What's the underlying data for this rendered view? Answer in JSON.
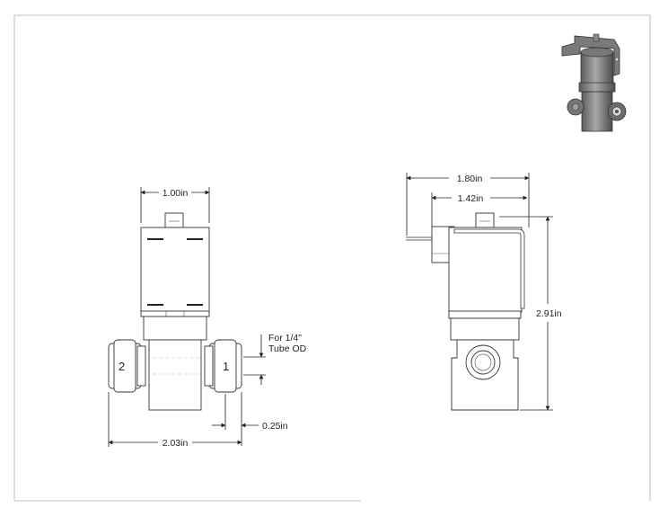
{
  "views": {
    "front": {
      "width_label": "1.00in",
      "overall_label": "2.03in",
      "port_label": "0.25in",
      "tube_note_line1": "For 1/4\"",
      "tube_note_line2": "Tube OD",
      "port_left": "2",
      "port_right": "1"
    },
    "side": {
      "width_label": "1.80in",
      "inner_label": "1.42in",
      "height_label": "2.91in"
    }
  },
  "colors": {
    "line": "#222222",
    "valve_body": "#8a8a8a",
    "valve_dark": "#5a5a5a"
  }
}
